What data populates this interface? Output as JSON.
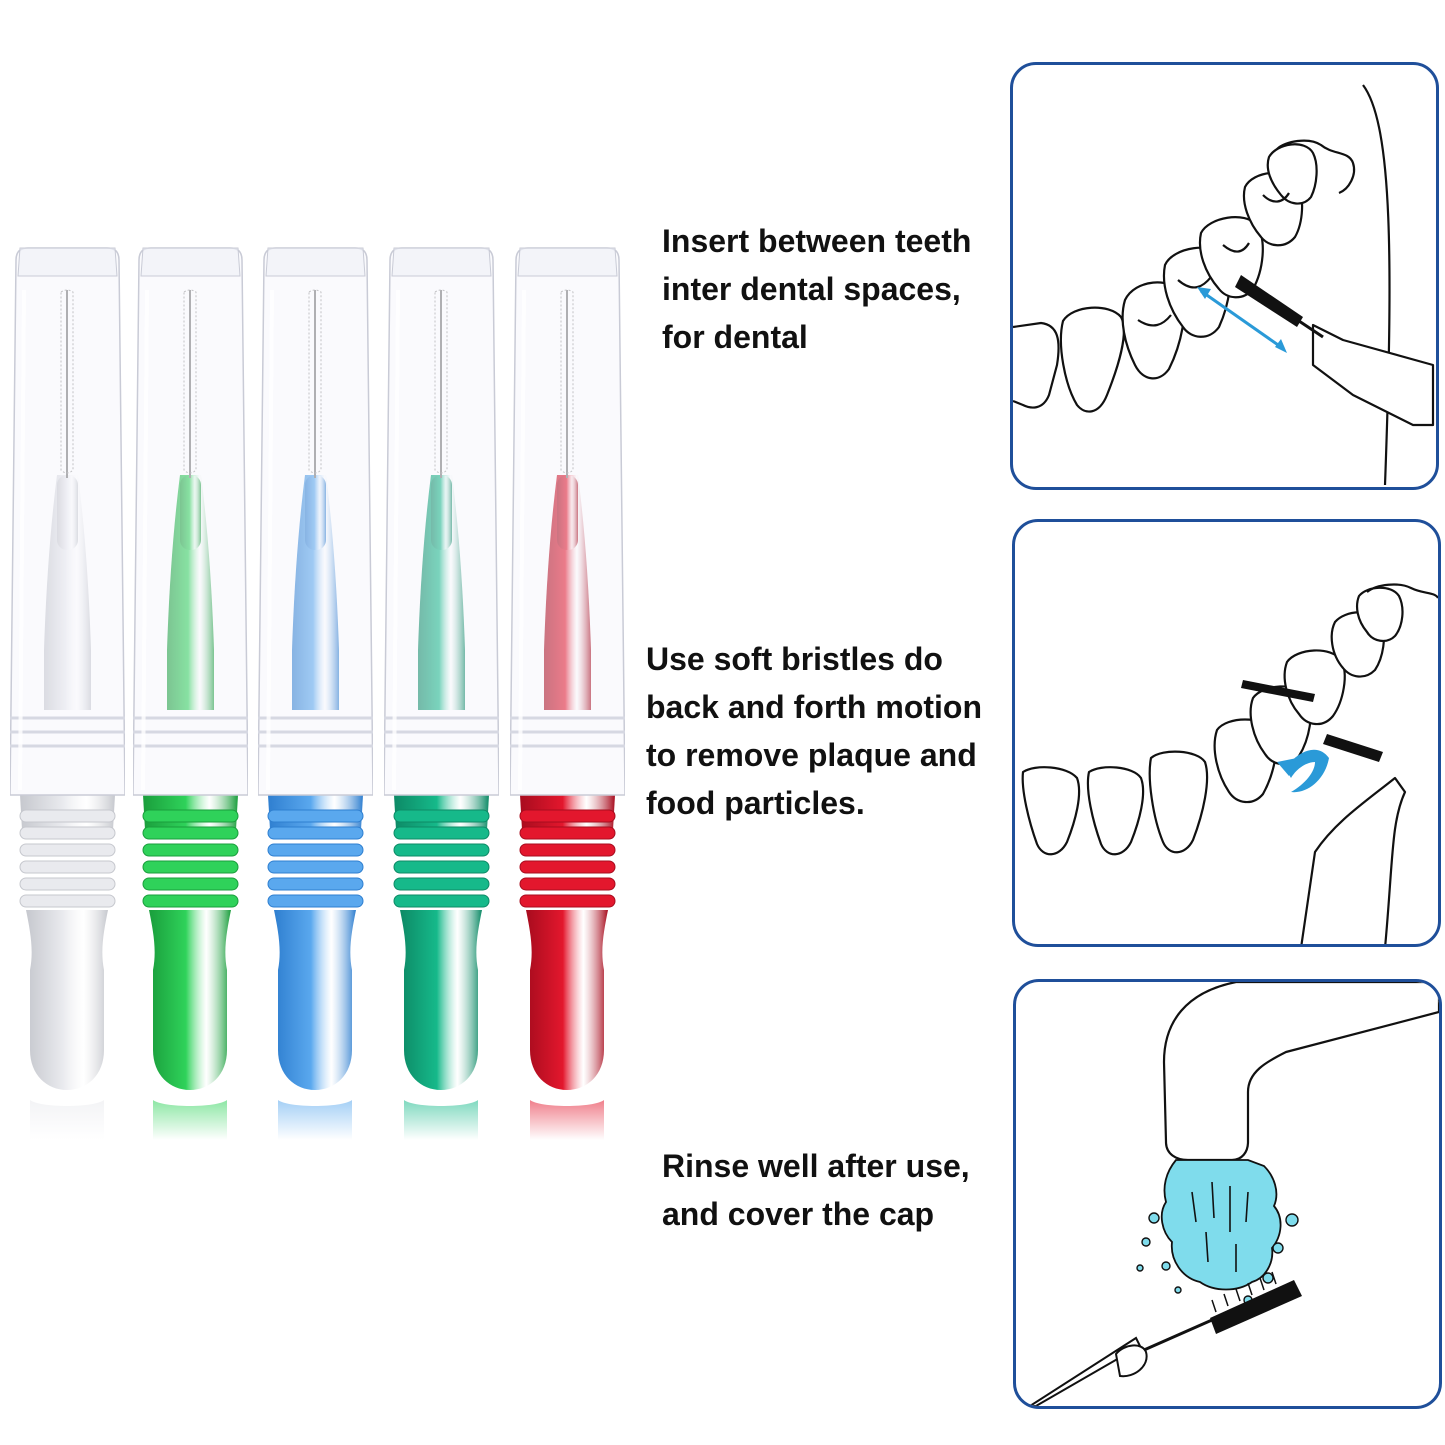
{
  "brushes": [
    {
      "color_name": "white",
      "color": "#e9eaee",
      "dark": "#c6c8ce"
    },
    {
      "color_name": "green",
      "color": "#2fd25a",
      "dark": "#1a9e3c"
    },
    {
      "color_name": "blue",
      "color": "#5aa8ee",
      "dark": "#2f7fd0"
    },
    {
      "color_name": "teal",
      "color": "#16b98a",
      "dark": "#0d8a66"
    },
    {
      "color_name": "red",
      "color": "#e3172d",
      "dark": "#a80c1e"
    }
  ],
  "steps": [
    {
      "lines": [
        "Insert between teeth",
        "inter dental spaces,",
        "for dental"
      ],
      "illustration": "brush-between-teeth"
    },
    {
      "lines": [
        "Use soft bristles do",
        "back and forth motion",
        "to remove plaque and",
        "food particles."
      ],
      "illustration": "brush-back-and-forth"
    },
    {
      "lines": [
        "Rinse well after use,",
        "and cover the cap"
      ],
      "illustration": "rinse-under-tap"
    }
  ],
  "colors": {
    "panel_border": "#1f4f9a",
    "arrow": "#2a9ad8",
    "water": "#7fdcec"
  }
}
